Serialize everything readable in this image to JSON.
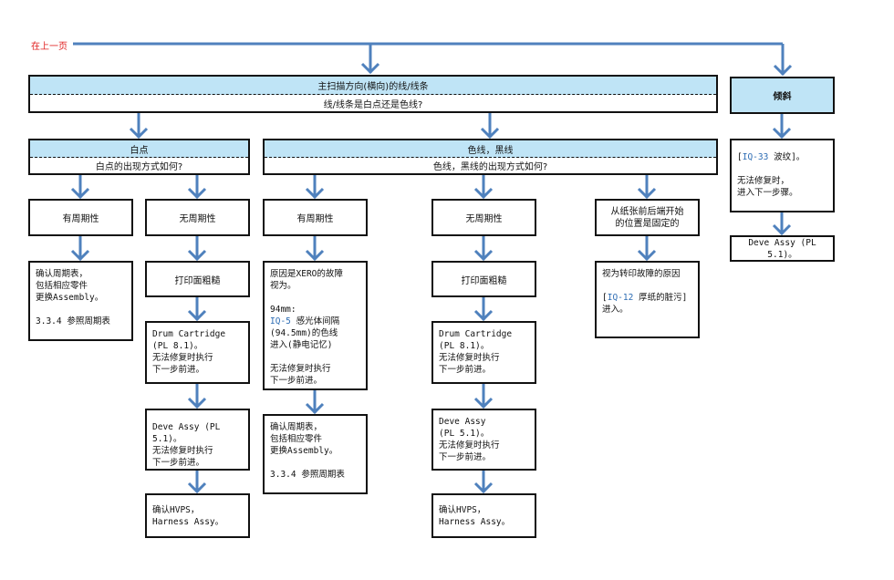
{
  "back_link": "在上一页",
  "main": {
    "title": "主扫描方向(横向)的线/线条",
    "question": "线/线条是白点还是色线?"
  },
  "skew": {
    "title": "倾斜",
    "step1_link": "IQ-33",
    "step1_text": " 波纹]。\n\n无法修复时，\n进入下一步骤。",
    "step2": "Deve Assy (PL 5.1)。"
  },
  "white": {
    "title": "白点",
    "question": "白点的出现方式如何?",
    "periodic": "有周期性",
    "periodic_action": "确认周期表，\n包括相应零件\n更换Assembly。\n\n3.3.4 参照周期表",
    "nonperiodic": "无周期性",
    "rough": "打印面粗糙",
    "drum": "Drum Cartridge\n(PL 8.1)。\n无法修复时执行\n下一步前进。",
    "deve": "Deve Assy (PL 5.1)。\n无法修复时执行\n下一步前进。",
    "hvps": "确认HVPS，\nHarness Assy。"
  },
  "color": {
    "title": "色线，黑线",
    "question": "色线，黑线的出现方式如何?",
    "periodic": "有周期性",
    "xero_a": "原因是XERO的故障\n视为。\n\n94mm:\n",
    "xero_link": "IQ-5",
    "xero_b": " 感光体间隔\n(94.5mm)的色线\n进入(静电记忆)\n\n无法修复时执行\n下一步前进。",
    "periodic_action": "确认周期表，\n包括相应零件\n更换Assembly。\n\n3.3.4 参照周期表",
    "nonperiodic": "无周期性",
    "rough": "打印面粗糙",
    "drum": "Drum Cartridge\n(PL 8.1)。\n无法修复时执行\n下一步前进。",
    "deve": "Deve Assy\n(PL 5.1)。\n无法修复时执行\n下一步前进。",
    "hvps": "确认HVPS，\nHarness Assy。",
    "fixed": "从纸张前后端开始\n的位置是固定的",
    "transfer": "视为转印故障的原因",
    "transfer_link": "IQ-12",
    "transfer_b": " 厚纸的脏污]\n进入。"
  },
  "colors": {
    "header_fill": "#bfe4f6",
    "arrow": "#4f81bd",
    "back_link": "#e02020",
    "link": "#2e6db4"
  }
}
